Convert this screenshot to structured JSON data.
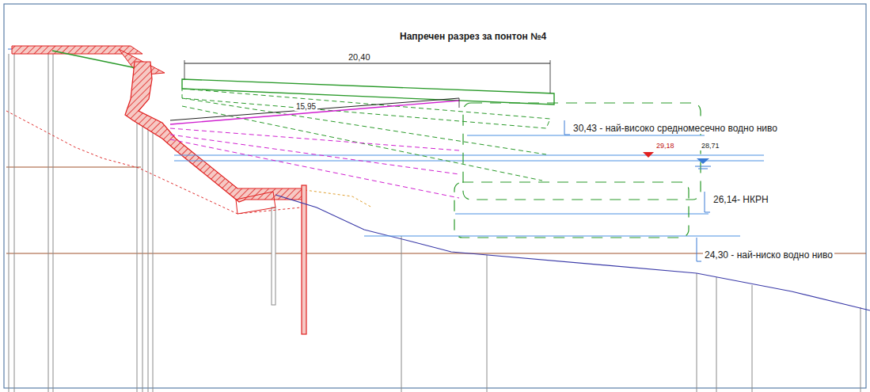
{
  "diagram": {
    "title": "Напречен разрез за понтон №4",
    "labels": [
      "20,40",
      "15,95",
      "30,43 - най-високо средномесечно водно ниво",
      "29,18",
      "28,71",
      "26,14- НКРН",
      "24,30 - най-ниско водно ниво"
    ]
  }
}
